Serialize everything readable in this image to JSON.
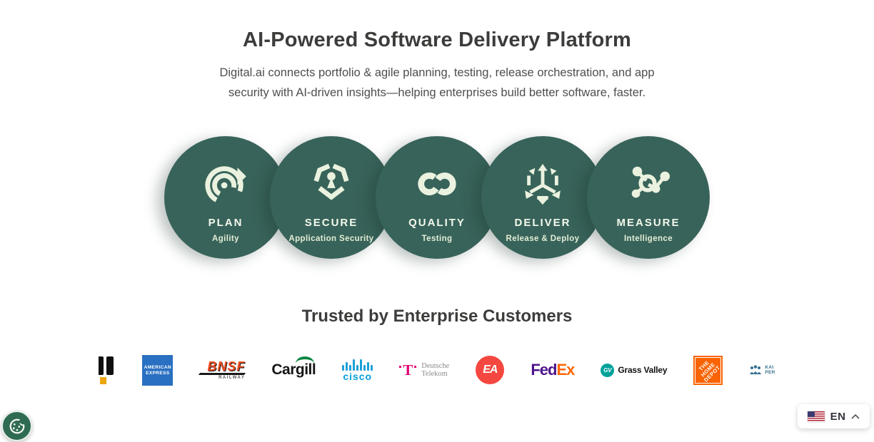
{
  "hero": {
    "title": "AI-Powered Software Delivery Platform",
    "subtitle": "Digital.ai connects portfolio & agile planning, testing, release orchestration, and app security with AI-driven insights—helping enterprises build better software, faster."
  },
  "pillars": [
    {
      "label": "PLAN",
      "sublabel": "Agility",
      "icon": "cycle-arrows-icon"
    },
    {
      "label": "SECURE",
      "sublabel": "Application Security",
      "icon": "shield-keyhole-icon"
    },
    {
      "label": "QUALITY",
      "sublabel": "Testing",
      "icon": "infinity-loop-icon"
    },
    {
      "label": "DELIVER",
      "sublabel": "Release & Deploy",
      "icon": "cube-arrows-icon"
    },
    {
      "label": "MEASURE",
      "sublabel": "Intelligence",
      "icon": "network-nodes-icon"
    }
  ],
  "customers": {
    "heading": "Trusted by Enterprise Customers",
    "amex": {
      "line1": "AMERICAN",
      "line2": "EXPRESS"
    },
    "bnsf": {
      "word": "BNSF",
      "sub": "RAILWAY"
    },
    "cargill": {
      "word": "Cargill"
    },
    "cisco": {
      "word": "cisco"
    },
    "deutsche_telekom": {
      "t": "T",
      "line1": "Deutsche",
      "line2": "Telekom"
    },
    "ea": {
      "word": "EA"
    },
    "fedex": {
      "fed": "Fed",
      "ex": "Ex"
    },
    "grass_valley": {
      "gv": "GV",
      "word": "Grass Valley"
    },
    "home_depot": {
      "word": "THE HOME DEPOT"
    },
    "kaiser": {
      "line1": "KAI",
      "line2": "PER"
    }
  },
  "language_selector": {
    "label": "EN"
  },
  "colors": {
    "pillar_green": "#38635a",
    "pillar_icon_cream": "#eaf2df",
    "cookie_green": "#2f6b52",
    "heading_text": "#3c3c3b",
    "amex_blue": "#2a70c2",
    "bnsf_orange": "#f04e23",
    "cargill_green": "#00843d",
    "cisco_blue": "#049fd9",
    "telekom_magenta": "#e20074",
    "ea_red": "#f4473f",
    "fedex_purple": "#4d148c",
    "fedex_orange": "#ff6600",
    "grass_valley_teal": "#00a19a",
    "home_depot_orange": "#f96302",
    "kaiser_blue": "#35708f"
  }
}
